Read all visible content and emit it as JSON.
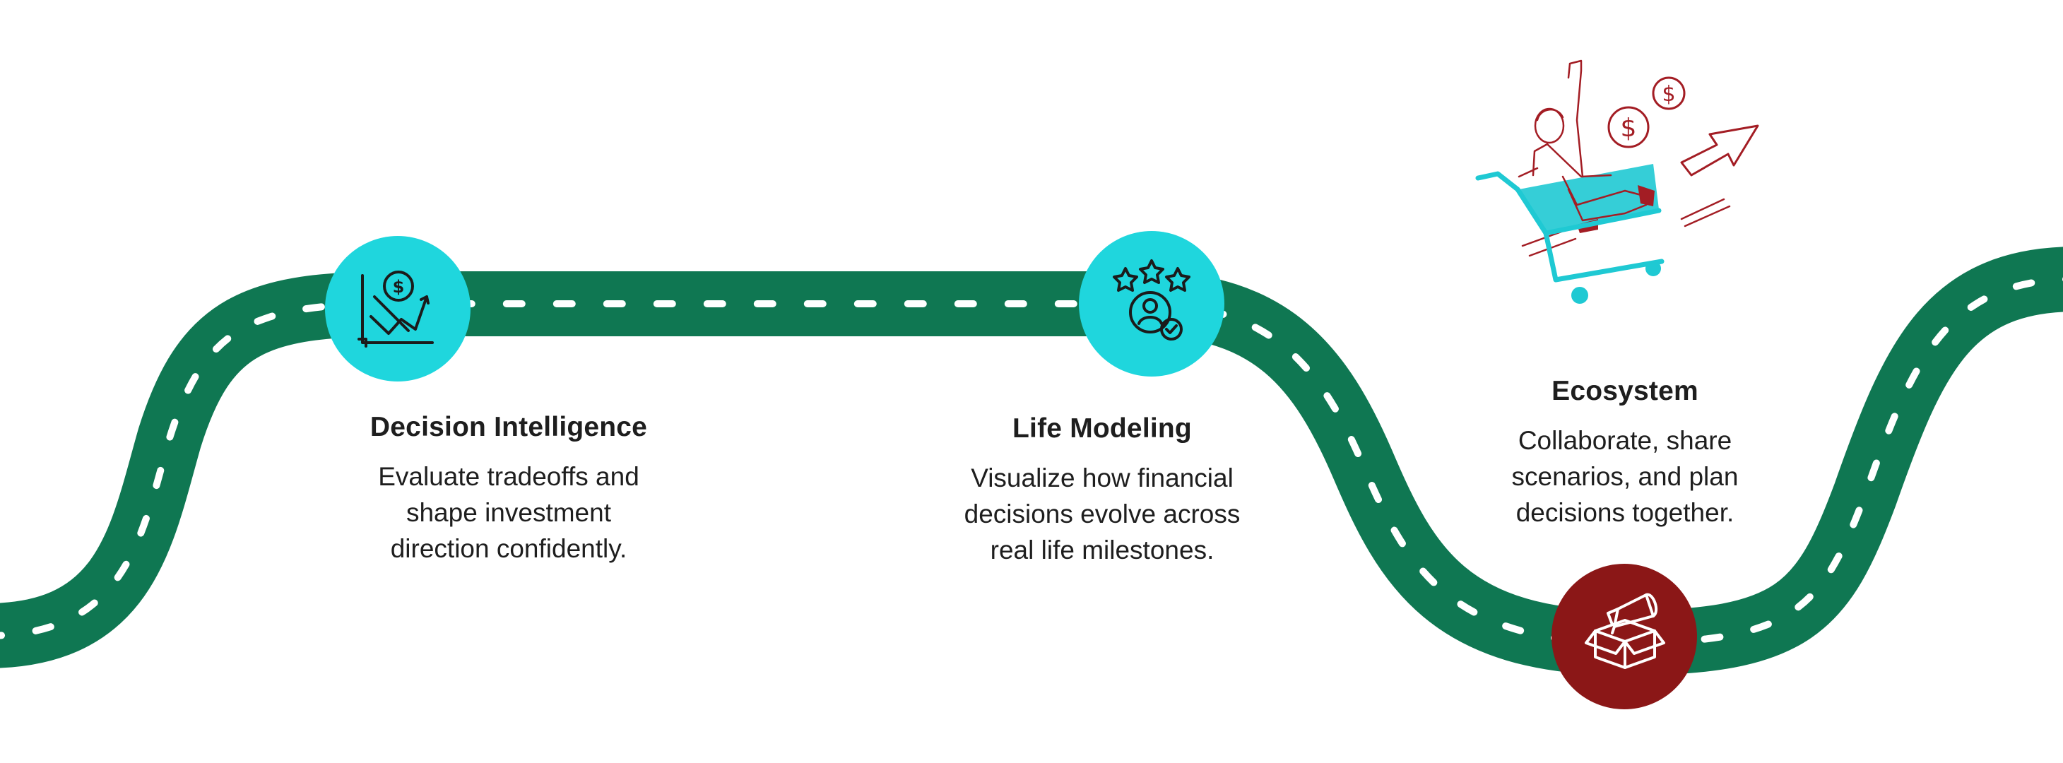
{
  "colors": {
    "road": "#0f7752",
    "lane_marking": "#ffffff",
    "icon_circle_teal": "#1fd6dd",
    "icon_circle_red": "#8b1717",
    "text": "#1e1e1e",
    "illustration_red": "#a31d24",
    "illustration_teal": "#1fc9d3"
  },
  "milestones": [
    {
      "title": "Decision Intelligence",
      "description": "Evaluate tradeoffs and\nshape investment\ndirection confidently.",
      "icon": "investment-chart-icon"
    },
    {
      "title": "Life Modeling",
      "description": "Visualize how financial\ndecisions evolve across\nreal life milestones.",
      "icon": "rated-user-icon"
    },
    {
      "title": "Ecosystem",
      "description": "Collaborate, share\nscenarios, and plan\ndecisions together.",
      "icon": "megaphone-box-icon"
    }
  ],
  "illustration": "shopping-cart-person-icon"
}
